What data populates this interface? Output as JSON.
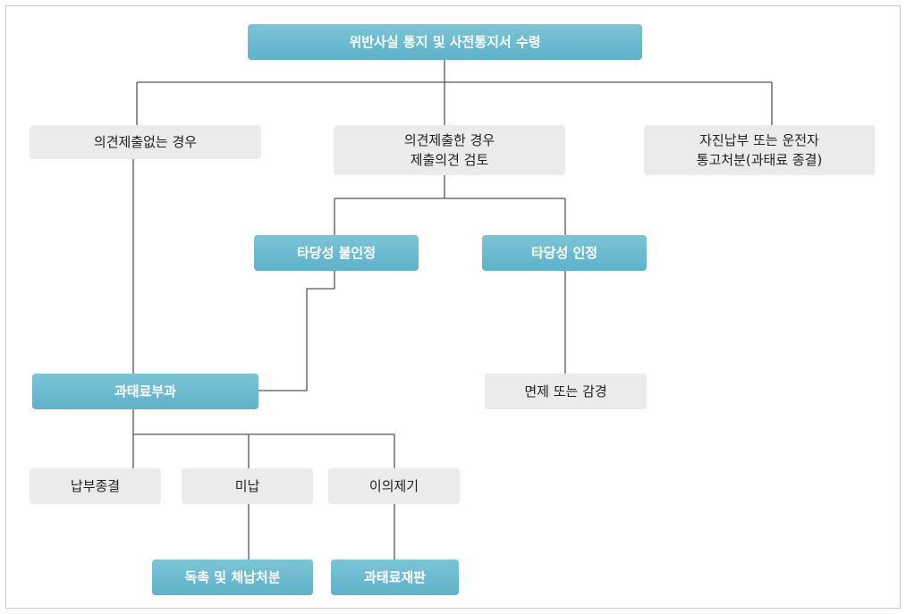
{
  "nodes": {
    "top": "위반사실 통지 및 사전통지서 수령",
    "no_opinion": "의견제출없는 경우",
    "opinion": "의견제출한 경우\n제출의견 검토",
    "voluntary": "자진납부 또는 운전자\n통고처분(과태료 종결)",
    "invalid": "타당성 불인정",
    "valid": "타당성 인정",
    "impose": "과태료부과",
    "exempt": "면제 또는 감경",
    "paid": "납부종결",
    "unpaid": "미납",
    "objection": "이의제기",
    "collect": "독촉 및 체납처분",
    "trial": "과태료재판"
  },
  "colors": {
    "teal": "#62b5cb",
    "grey": "#ebebeb",
    "line": "#555555"
  }
}
